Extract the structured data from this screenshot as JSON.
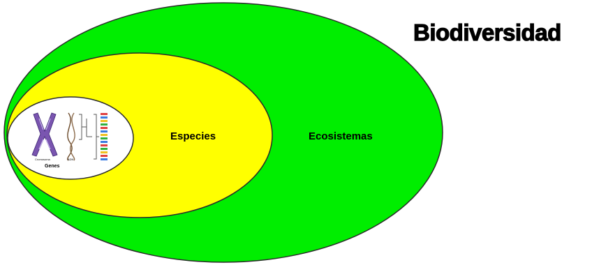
{
  "title": "Biodiversidad",
  "levels": {
    "outer": "Ecosistemas",
    "middle": "Especies",
    "inner": "Genes"
  },
  "figure_labels": {
    "chromosome": "Cromosoma",
    "dna": "ADN"
  },
  "colors": {
    "ecosystems": "#00ee00",
    "species": "#ffff00",
    "genes": "#ffffff",
    "outline": "#2a2a2a"
  }
}
